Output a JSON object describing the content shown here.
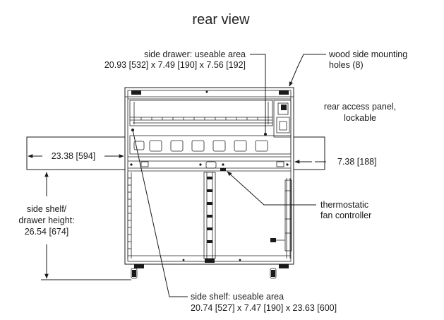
{
  "title": "rear view",
  "callouts": {
    "side_drawer_line1": "side drawer: useable area",
    "side_drawer_line2": "20.93 [532] x 7.49 [190] x 7.56 [192]",
    "wood_mount_line1": "wood side mounting",
    "wood_mount_line2": "holes (8)",
    "rear_panel_line1": "rear access panel,",
    "rear_panel_line2": "lockable",
    "thermo_line1": "thermostatic",
    "thermo_line2": "fan controller",
    "side_shelf_line1": "side shelf: useable area",
    "side_shelf_line2": "20.74 [527] x 7.47 [190] x 23.63 [600]"
  },
  "dimensions": {
    "left_width": "23.38 [594]",
    "right_width": "7.38 [188]",
    "height_line1": "side shelf/",
    "height_line2": "drawer height:",
    "height_line3": "26.54 [674]"
  },
  "colors": {
    "ink": "#1a1a1a",
    "background": "#ffffff"
  }
}
